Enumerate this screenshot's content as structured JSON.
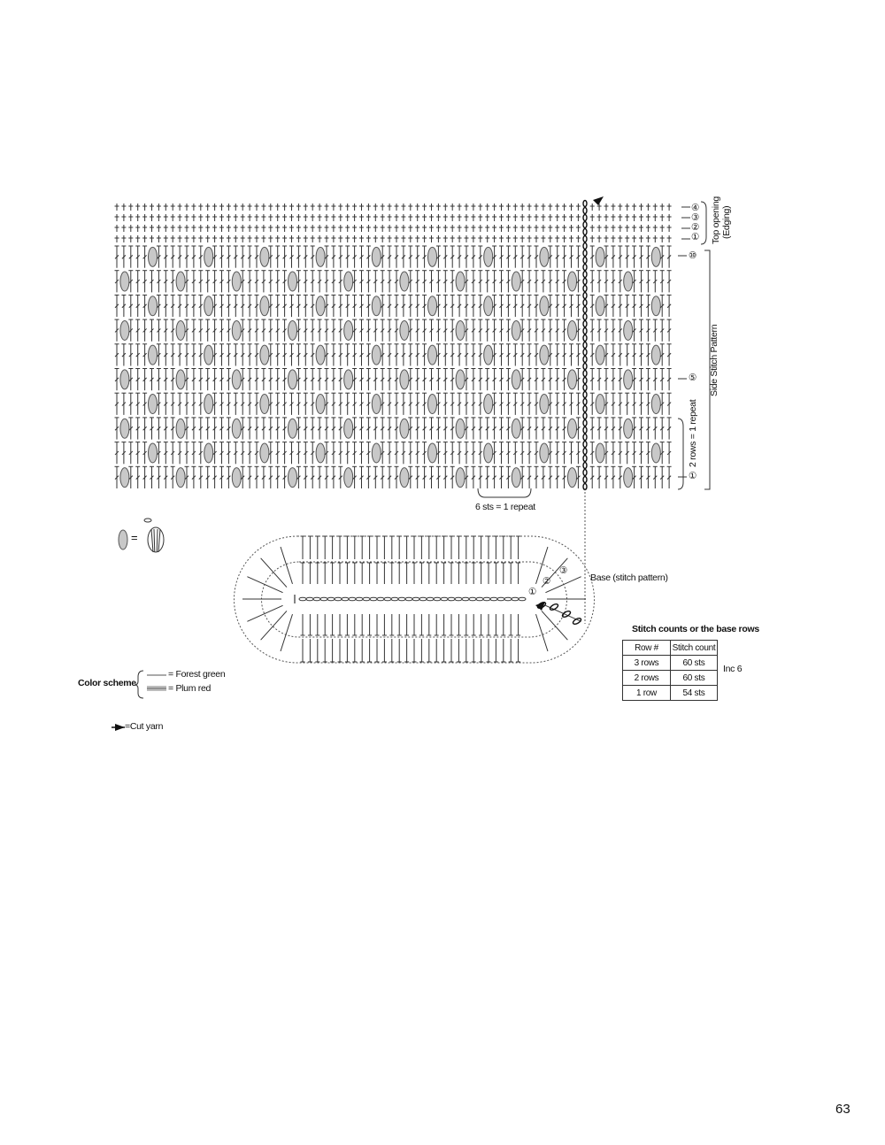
{
  "side_chart": {
    "edging_row_labels": [
      "④",
      "③",
      "②",
      "①"
    ],
    "pattern_row_labels": [
      "⑩",
      "⑤",
      "①"
    ],
    "top_opening_label": "Top opening",
    "edging_label": "(Edging)",
    "side_pattern_label": "Side Stitch Pattern",
    "repeat_rows_label": "2 rows = 1 repeat",
    "repeat_sts_label": "6 sts = 1 repeat"
  },
  "base_chart": {
    "title": "Base (stitch pattern)",
    "round_labels": [
      "①",
      "②",
      "③"
    ]
  },
  "symbol_key": {
    "equals": "="
  },
  "color_scheme": {
    "title": "Color scheme",
    "entries": [
      {
        "label": "= Forest green",
        "style": "thin-line"
      },
      {
        "label": "= Plum red",
        "style": "shaded-line"
      }
    ],
    "colors": {
      "forest_green_line": "#555555",
      "plum_red_line": "#bdbdbd"
    }
  },
  "cut_yarn": {
    "label": "=Cut yarn"
  },
  "stitch_table": {
    "title": "Stitch counts or the base rows",
    "headers": [
      "Row #",
      "Stitch count"
    ],
    "rows": [
      [
        "3 rows",
        "60 sts"
      ],
      [
        "2 rows",
        "60 sts"
      ],
      [
        "1 row",
        "54 sts"
      ]
    ],
    "note": "Inc 6"
  },
  "page_number": "63"
}
